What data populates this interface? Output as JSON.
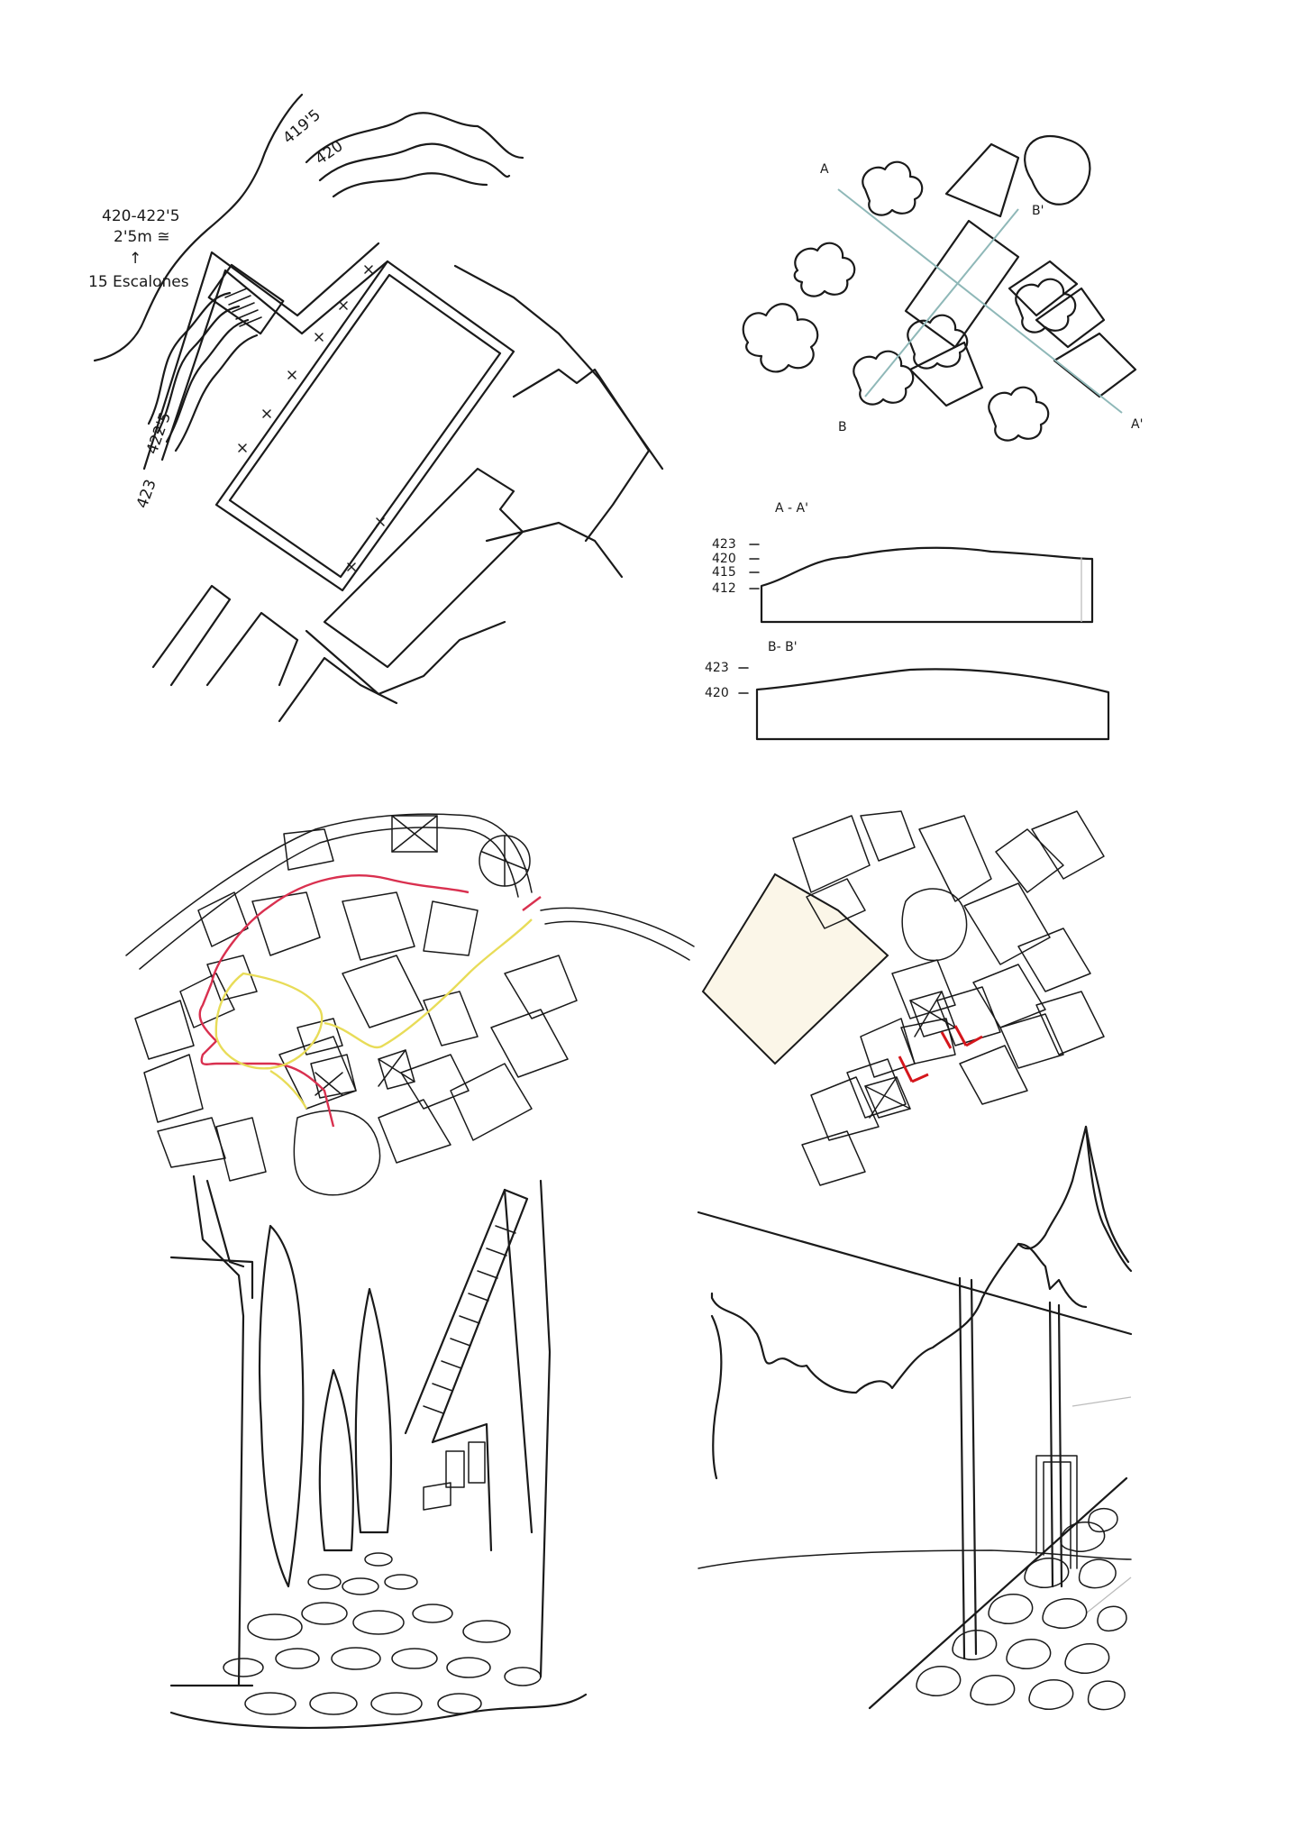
{
  "panel_site_plan": {
    "note_lines": [
      "420-422'5",
      "2'5m ≅",
      "↑",
      "15 Escalones"
    ],
    "contours": [
      "419'5",
      "420",
      "422'5",
      "423"
    ]
  },
  "panel_sections": {
    "markers": {
      "a": "A",
      "a_prime": "A'",
      "b": "B",
      "b_prime": "B'"
    },
    "section_aa": {
      "title": "A - A'",
      "levels": [
        "423",
        "420",
        "415",
        "412"
      ]
    },
    "section_bb": {
      "title": "B- B'",
      "levels": [
        "423",
        "420"
      ]
    },
    "colors": {
      "section_line": "#8fb8b8"
    }
  },
  "panel_route_plan": {
    "colors": {
      "route_red": "#d9304f",
      "route_yellow": "#e8dc58"
    }
  },
  "panel_access_plan": {
    "colors": {
      "access_red": "#d4161c",
      "field_fill": "#fbf6e8"
    }
  },
  "panel_street_view": {},
  "panel_wall_view": {}
}
